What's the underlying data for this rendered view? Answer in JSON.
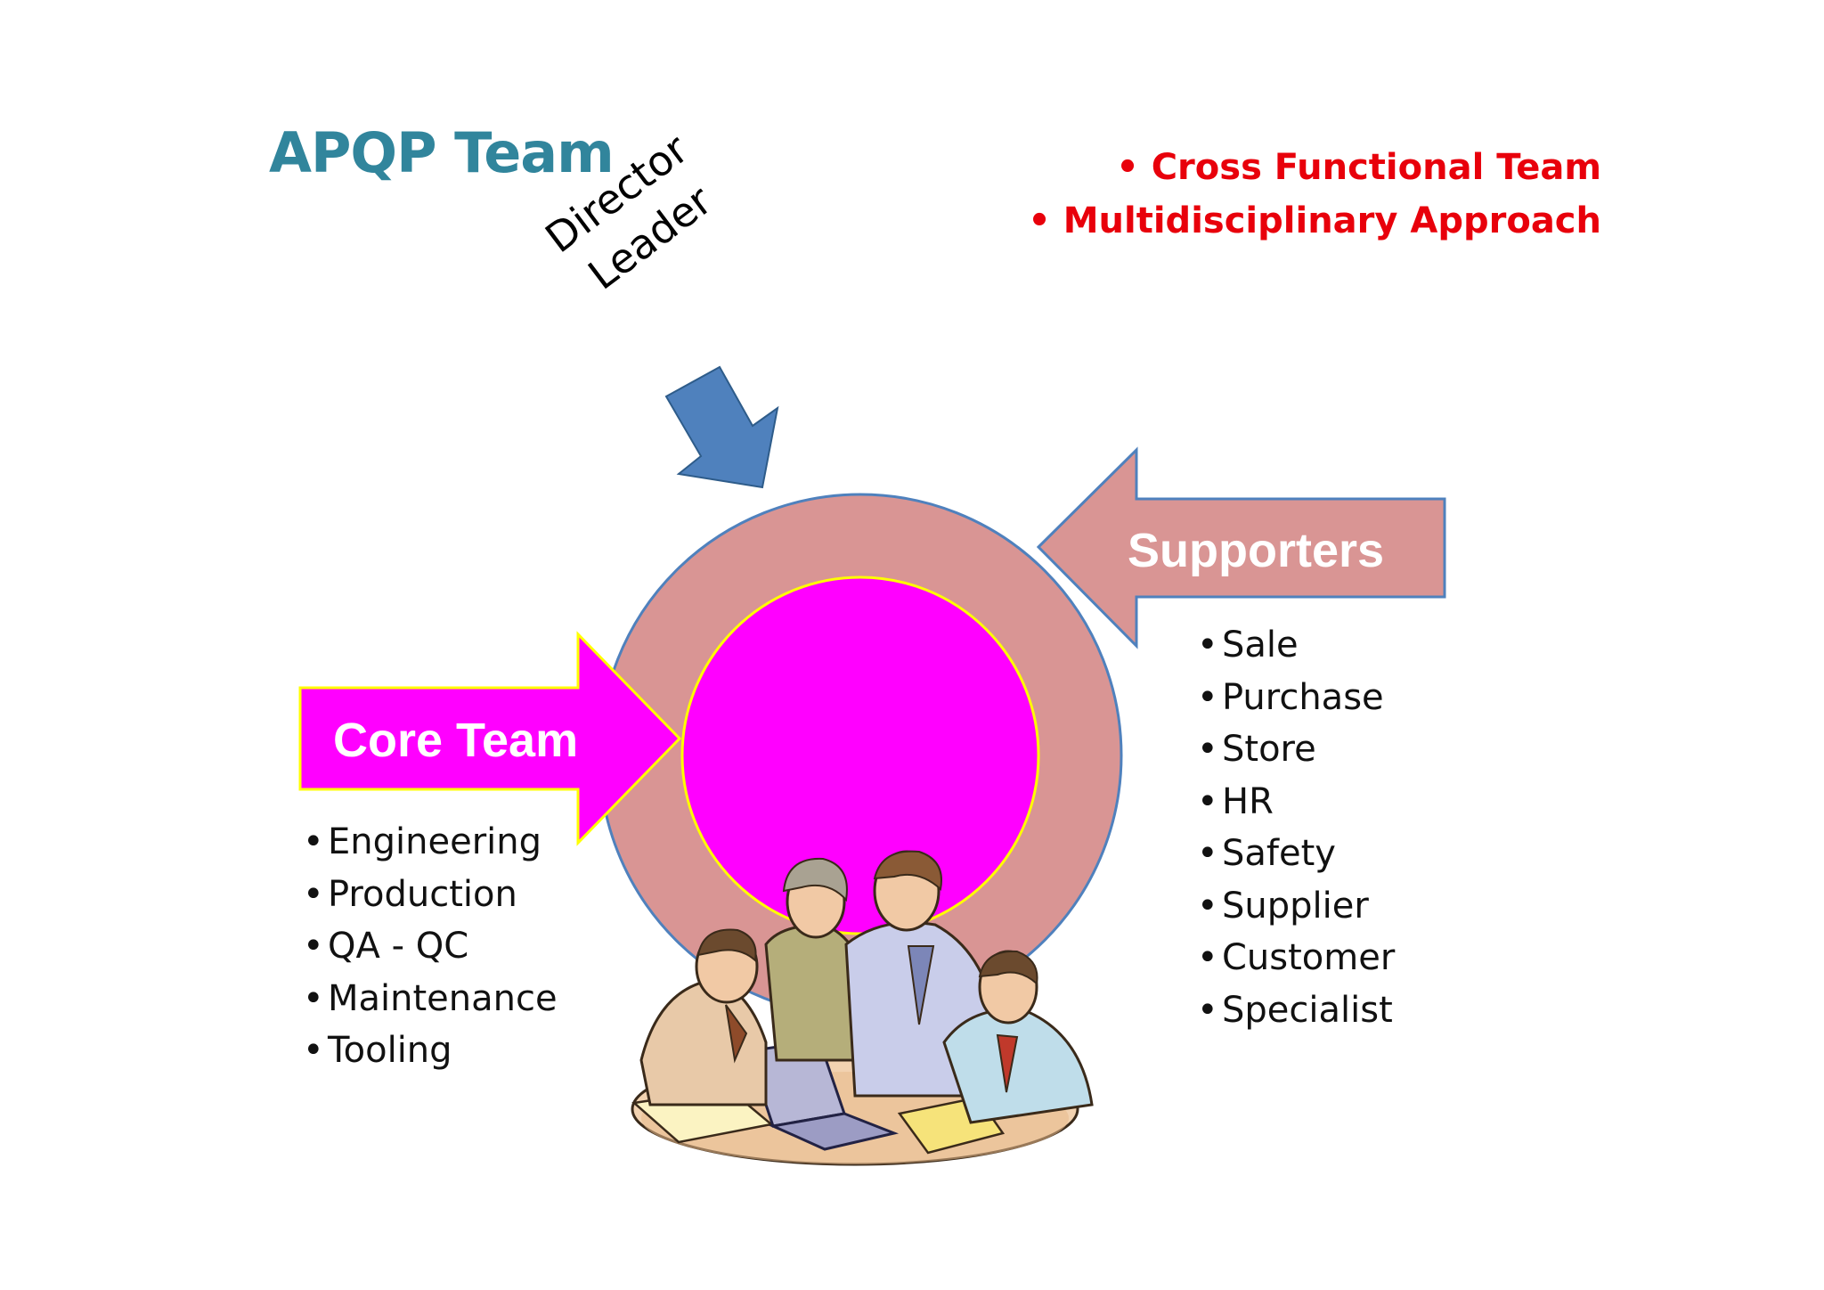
{
  "title": "APQP Team",
  "highlights": [
    "Cross Functional Team",
    "Multidisciplinary Approach"
  ],
  "director_arrow": {
    "line1": "Director",
    "line2": "Leader"
  },
  "core_team": {
    "label": "Core Team",
    "members": [
      "Engineering",
      "Production",
      "QA - QC",
      "Maintenance",
      "Tooling"
    ]
  },
  "supporters": {
    "label": "Supporters",
    "members": [
      "Sale",
      "Purchase",
      "Store",
      "HR",
      "Safety",
      "Supplier",
      "Customer",
      "Specialist"
    ]
  },
  "colors": {
    "title": "#31859C",
    "highlight_text": "#E8000B",
    "outer_ring": "#D99594",
    "inner_circle": "#FF00FF",
    "director_arrow": "#4F81BD",
    "core_arrow": "#FF00FF",
    "supporters_arrow": "#D99594"
  },
  "icons": {
    "illustration": "team-meeting-clipart"
  }
}
